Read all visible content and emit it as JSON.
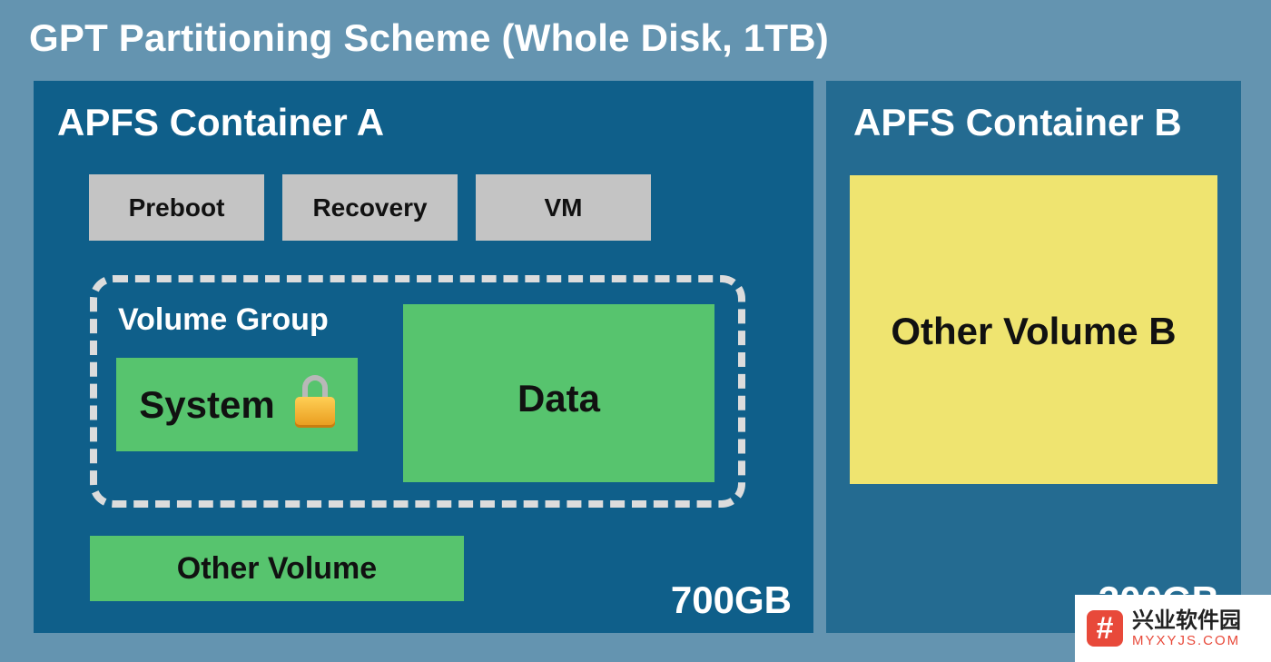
{
  "title": "GPT Partitioning Scheme (Whole Disk, 1TB)",
  "container_a": {
    "title": "APFS Container A",
    "size": "700GB",
    "gray_volumes": [
      "Preboot",
      "Recovery",
      "VM"
    ],
    "volume_group": {
      "label": "Volume Group",
      "system": "System",
      "data": "Data"
    },
    "other_volume": "Other Volume"
  },
  "container_b": {
    "title": "APFS Container B",
    "size": "300GB",
    "other_volume": "Other Volume B"
  },
  "watermark": {
    "logo": "#",
    "name": "兴业软件园",
    "url": "MYXYJS.COM"
  },
  "colors": {
    "background": "#6494b0",
    "container_a": "#0f5f8a",
    "container_b": "#246b91",
    "system_volume": "#c4c4c4",
    "user_volume": "#57c46e",
    "container_b_volume": "#efe470"
  }
}
